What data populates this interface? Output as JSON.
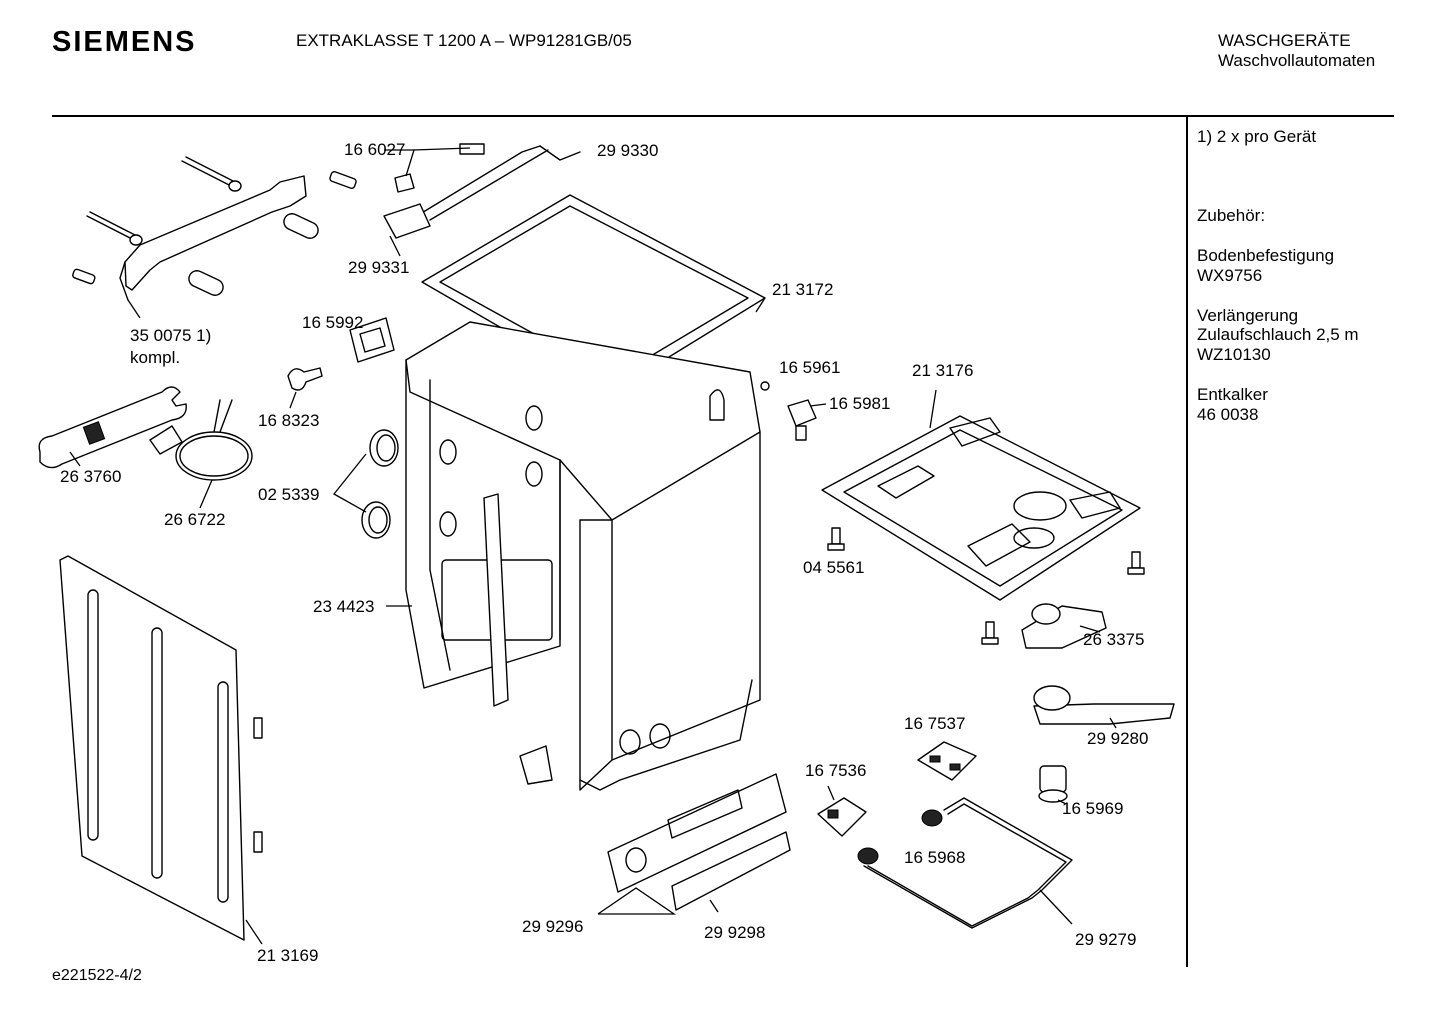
{
  "header": {
    "brand": "SIEMENS",
    "model": "EXTRAKLASSE T 1200 A – WP91281GB/05",
    "category": "WASCHGERÄTE",
    "subcategory": "Waschvollautomaten"
  },
  "notes": {
    "footnote": "1)  2 x pro Gerät",
    "accessories_heading": "Zubehör:",
    "accessories": [
      {
        "name": "Bodenbefestigung",
        "code": "WX9756"
      },
      {
        "name": "Verlängerung",
        "name2": "Zulaufschlauch 2,5 m",
        "code": "WZ10130"
      },
      {
        "name": "Entkalker",
        "code": "46 0038"
      }
    ]
  },
  "parts": [
    {
      "label": "16 6027"
    },
    {
      "label": "29 9330"
    },
    {
      "label": "29 9331"
    },
    {
      "label": "21 3172"
    },
    {
      "label": "35 0075 1)"
    },
    {
      "label": "kompl."
    },
    {
      "label": "16 5992"
    },
    {
      "label": "16 5961"
    },
    {
      "label": "21 3176"
    },
    {
      "label": "16 5981"
    },
    {
      "label": "16 8323"
    },
    {
      "label": "26 3760"
    },
    {
      "label": "02 5339"
    },
    {
      "label": "26 6722"
    },
    {
      "label": "04 5561"
    },
    {
      "label": "23 4423"
    },
    {
      "label": "26 3375"
    },
    {
      "label": "29 9280"
    },
    {
      "label": "16 7537"
    },
    {
      "label": "16 7536"
    },
    {
      "label": "16 5969"
    },
    {
      "label": "16 5968"
    },
    {
      "label": "29 9296"
    },
    {
      "label": "29 9298"
    },
    {
      "label": "29 9279"
    },
    {
      "label": "21 3169"
    }
  ],
  "footer": {
    "code": "e221522-4/2"
  }
}
